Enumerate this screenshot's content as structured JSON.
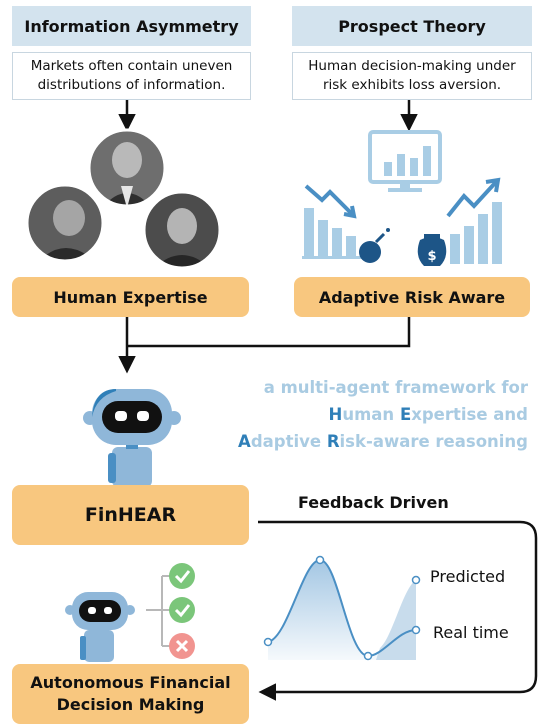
{
  "top_left": {
    "title": "Information Asymmetry",
    "description": "Markets often contain uneven distributions of information."
  },
  "top_right": {
    "title": "Prospect Theory",
    "description": "Human decision-making under risk exhibits loss aversion."
  },
  "human_expertise": {
    "label": "Human Expertise"
  },
  "adaptive_risk": {
    "label": "Adaptive Risk Aware"
  },
  "tagline": {
    "line1": "a multi-agent framework for",
    "line2": {
      "h1": "H",
      "rest1": "uman ",
      "h2": "E",
      "rest2": "xpertise and"
    },
    "line3": {
      "h1": "A",
      "rest1": "daptive ",
      "h2": "R",
      "rest2": "isk-aware reasoning"
    }
  },
  "finhear": {
    "label": "FinHEAR"
  },
  "feedback": {
    "label": "Feedback Driven"
  },
  "legend": {
    "predicted": "Predicted",
    "real_time": "Real time"
  },
  "decision": {
    "line1": "Autonomous Financial",
    "line2": "Decision Making"
  },
  "colors": {
    "header_bg": "#d3e3ee",
    "orange": "#f8c77f",
    "robot_blue": "#8fb7d9",
    "tagline_light": "#a9cbe2",
    "tagline_accent": "#2f7fb8",
    "check_green": "#7bc67a",
    "cross_red": "#f19490"
  }
}
